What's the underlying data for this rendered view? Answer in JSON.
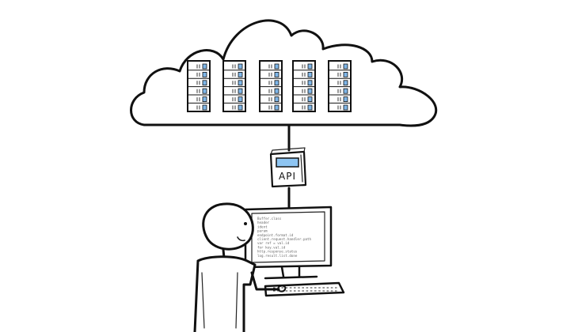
{
  "api_box": {
    "label": "API"
  },
  "colors": {
    "ink": "#111111",
    "server_led": "#7fb6e8",
    "api_screen": "#8ec5f2"
  },
  "monitor": {
    "code_lines": [
      "Buffer.class",
      "   header",
      "   ident",
      "   param",
      "   endpoint.format.id",
      "   client.request.handler.path",
      "   var ref = val.id",
      "   for key.val.id",
      "   http.response.status",
      "   log.result.list.done"
    ]
  }
}
